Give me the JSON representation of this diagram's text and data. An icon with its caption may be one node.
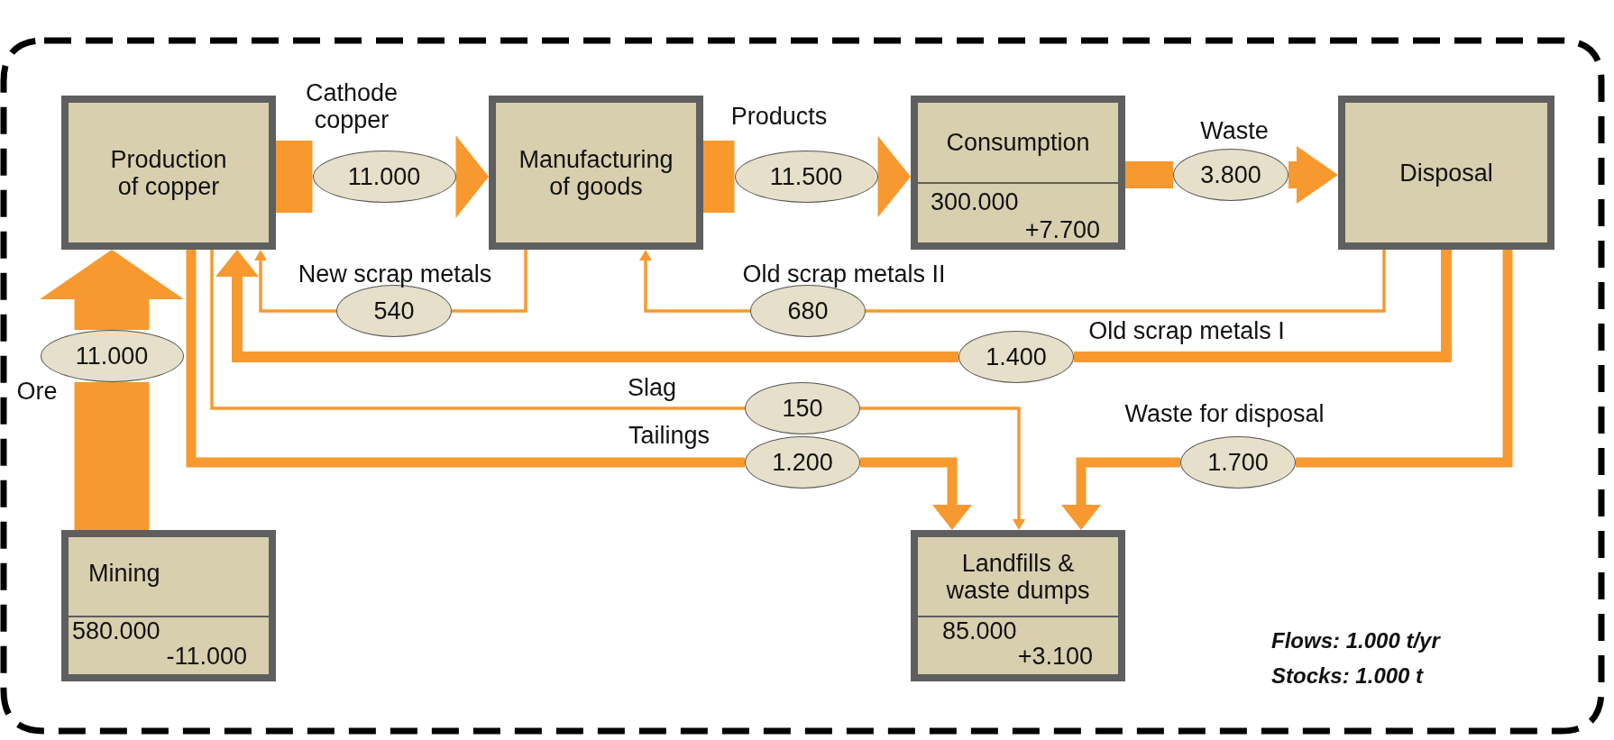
{
  "diagram": {
    "nodes": [
      {
        "text": [
          "Production of copper"
        ]
      },
      {
        "text": [
          "Manufacturing of goods"
        ]
      },
      {
        "text": [
          "Consumption",
          "300.000",
          "+7.700"
        ]
      },
      {
        "text": [
          "Disposal"
        ]
      },
      {
        "text": [
          "Mining",
          "580.000",
          "-11.000"
        ]
      },
      {
        "text": [
          "Landfills & waste dumps",
          "85.000",
          "+3.100"
        ]
      },
      {
        "text": [
          "11.000"
        ],
        "beside": [
          "Cathode copper"
        ]
      },
      {
        "text": [
          "11.500"
        ],
        "beside": [
          "Products"
        ]
      },
      {
        "text": [
          "3.800"
        ],
        "beside": [
          "Waste"
        ]
      },
      {
        "text": [
          "540"
        ],
        "beside": [
          "New scrap metals"
        ]
      },
      {
        "text": [
          "680"
        ],
        "beside": [
          "Old scrap metals II"
        ]
      },
      {
        "text": [
          "1.400"
        ],
        "beside": [
          "Old scrap metals I"
        ]
      },
      {
        "text": [
          "11.000"
        ],
        "beside": [
          "Ore"
        ]
      },
      {
        "text": [
          "150"
        ],
        "beside": [
          "Slag"
        ]
      },
      {
        "text": [
          "1.200"
        ],
        "beside": [
          "Tailings"
        ]
      },
      {
        "text": [
          "1.700"
        ],
        "beside": [
          "Waste for disposal"
        ]
      }
    ],
    "edges": [
      {
        "from": 0,
        "to": 6,
        "arrow": "none",
        "style": "thick"
      },
      {
        "from": 6,
        "to": 1,
        "arrow": "to",
        "style": "thick"
      },
      {
        "from": 1,
        "to": 7,
        "arrow": "none",
        "style": "thick"
      },
      {
        "from": 7,
        "to": 2,
        "arrow": "to",
        "style": "thick"
      },
      {
        "from": 2,
        "to": 8,
        "arrow": "none",
        "style": "thick"
      },
      {
        "from": 8,
        "to": 3,
        "arrow": "to",
        "style": "thick"
      },
      {
        "from": 1,
        "to": 9,
        "arrow": "none"
      },
      {
        "from": 9,
        "to": 0,
        "arrow": "to"
      },
      {
        "from": 3,
        "to": 10,
        "arrow": "none"
      },
      {
        "from": 10,
        "to": 1,
        "arrow": "to"
      },
      {
        "from": 3,
        "to": 11,
        "arrow": "none"
      },
      {
        "from": 11,
        "to": 0,
        "arrow": "to"
      },
      {
        "from": 4,
        "to": 12,
        "arrow": "none",
        "style": "thick"
      },
      {
        "from": 12,
        "to": 0,
        "arrow": "to",
        "style": "thick"
      },
      {
        "from": 0,
        "to": 13,
        "arrow": "none"
      },
      {
        "from": 13,
        "to": 5,
        "arrow": "to"
      },
      {
        "from": 0,
        "to": 14,
        "arrow": "none"
      },
      {
        "from": 14,
        "to": 5,
        "arrow": "to"
      },
      {
        "from": 3,
        "to": 15,
        "arrow": "none"
      },
      {
        "from": 15,
        "to": 5,
        "arrow": "to"
      }
    ],
    "labels": [
      "Flows: 1.000 t/yr",
      "Stocks: 1.000 t"
    ]
  }
}
